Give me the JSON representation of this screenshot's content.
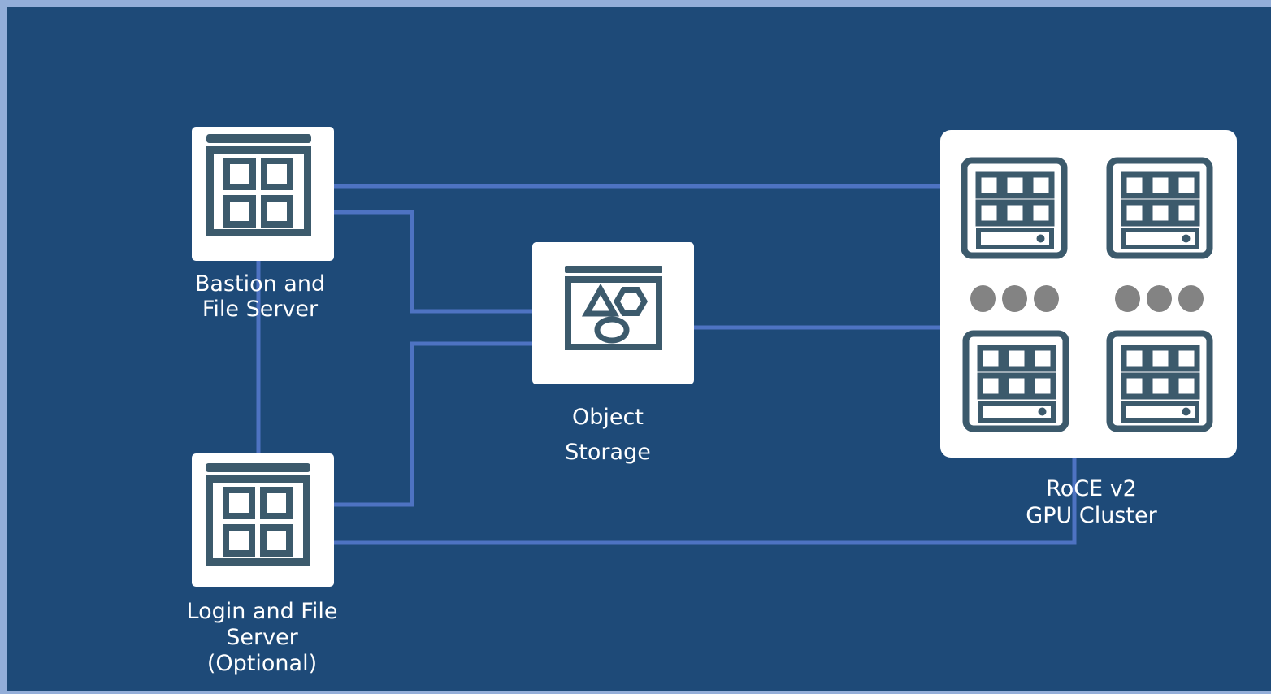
{
  "colors": {
    "background": "#1e4a78",
    "frame_border": "#93aed9",
    "connector": "#4e73c2",
    "icon_stroke": "#3c5a6c",
    "node_fill": "#ffffff",
    "ellipsis_dots": "#838383",
    "label_text": "#ffffff"
  },
  "nodes": {
    "bastion": {
      "label_lines": [
        "Bastion and",
        "File Server"
      ],
      "icon": "window-grid-icon"
    },
    "login": {
      "label_lines": [
        "Login and File",
        "Server",
        "(Optional)"
      ],
      "icon": "window-grid-icon"
    },
    "object_storage": {
      "label_lines": [
        "Object",
        "Storage"
      ],
      "icon": "shapes-window-icon"
    },
    "gpu_cluster": {
      "label_lines": [
        "RoCE v2",
        "GPU Cluster"
      ],
      "icon": "server-icon"
    }
  },
  "connections": [
    {
      "from": "bastion",
      "to": "gpu_cluster"
    },
    {
      "from": "bastion",
      "to": "object_storage"
    },
    {
      "from": "object_storage",
      "to": "login"
    },
    {
      "from": "object_storage",
      "to": "gpu_cluster"
    },
    {
      "from": "bastion",
      "to": "login"
    },
    {
      "from": "login",
      "to": "gpu_cluster"
    }
  ]
}
